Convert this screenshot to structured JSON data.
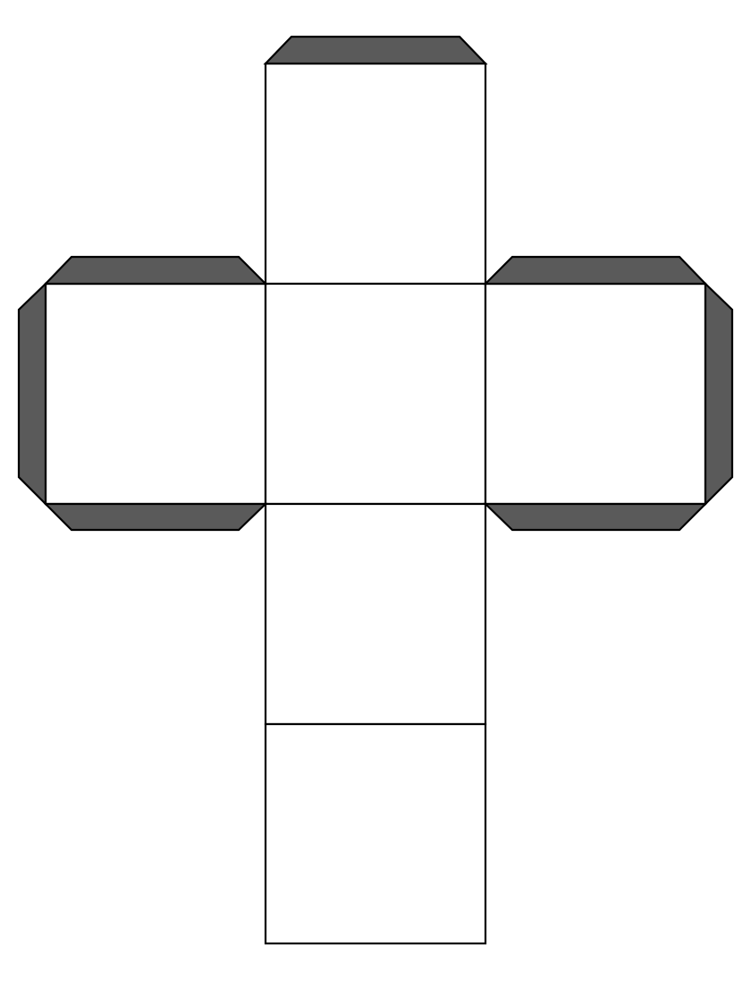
{
  "diagram": {
    "subject": "cube net",
    "face_count": 6,
    "flap_count": 7,
    "colors": {
      "background": "#ffffff",
      "face_fill": "#ffffff",
      "outline": "#000000",
      "flap_fill": "#5a5a5a"
    },
    "faces": [
      {
        "id": "top"
      },
      {
        "id": "left"
      },
      {
        "id": "center"
      },
      {
        "id": "right"
      },
      {
        "id": "lower-middle"
      },
      {
        "id": "bottom"
      }
    ],
    "flaps": [
      {
        "id": "top"
      },
      {
        "id": "left-top"
      },
      {
        "id": "left-side"
      },
      {
        "id": "left-bottom"
      },
      {
        "id": "right-top"
      },
      {
        "id": "right-side"
      },
      {
        "id": "right-bottom"
      }
    ]
  }
}
